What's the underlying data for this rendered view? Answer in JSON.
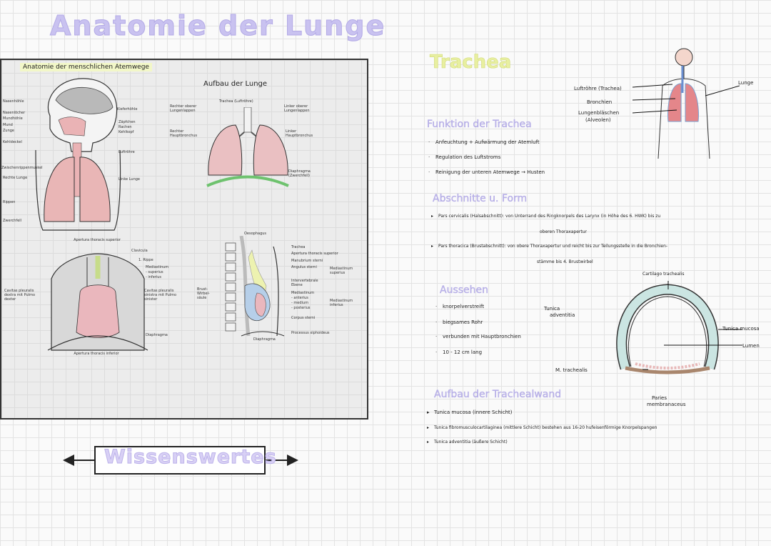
{
  "title": "Anatomie der Lunge",
  "left_panel": {
    "heading": "Anatomie der menschlichen Atemwege",
    "airway_labels_left": [
      "Nasenhöhle",
      "Nasenlöcher",
      "Mundhöhle",
      "Mund",
      "Zunge",
      "Kehldeckel",
      "Zwischenrippenmuskel",
      "Rechte Lunge",
      "Rippen",
      "Zwerchfell"
    ],
    "airway_labels_right": [
      "Kieferhöhle",
      "Zäpfchen",
      "Rachen",
      "Kehlkopf",
      "Luftröhre",
      "Linke Lunge"
    ],
    "lung_structure": {
      "title": "Aufbau der Lunge",
      "trachea": "Trachea (Luftröhre)",
      "right_upper": "Rechter oberer Lungenlappen",
      "left_upper": "Linker oberer Lungenlappen",
      "right_bronchus": "Rechter Hauptbronchus",
      "left_bronchus": "Linker Hauptbronchus",
      "diaphragm": "Diaphragma (Zwerchfell)"
    },
    "thorax": {
      "apertura_sup": "Apertura thoracis superior",
      "clavicula": "Clavicula",
      "rib": "1. Rippe",
      "mediastinum": "Mediastinum",
      "superius": "- superius",
      "inferius": "- inferius",
      "cavitas_left": "Cavitas pleuralis dextra mit Pulmo dexter",
      "cavitas_right": "Cavitas pleuralis sinistra mit Pulmo sinister",
      "brust": "Brust-",
      "wirbel": "Wirbel-",
      "saeule": "säule",
      "diaphragma": "Diaphragma",
      "apertura_inf": "Apertura thoracis inferior"
    },
    "sagittal": {
      "oesophagus": "Oesophagus",
      "trachea": "Trachea",
      "apertura": "Apertura thoracis superior",
      "manubrium": "Manubrium sterni",
      "angulus": "Angulus sterni",
      "mediastinum_sup": "Mediastinum superius",
      "vertebra": "Intervertebrale Ebene",
      "med_label": "Mediastinum",
      "anterius": "- anterius",
      "medium": "- medium",
      "posterius": "- posterius",
      "med_inf": "Mediastinum inferius",
      "corpus": "Corpus sterni",
      "xiphoideus": "Processus xiphoideus",
      "diaphragma": "Diaphragma"
    }
  },
  "wissenswertes": "Wissenswertes",
  "trachea_section": {
    "heading": "Trachea",
    "figure_labels": {
      "luftroehre": "Luftröhre (Trachea)",
      "bronchien": "Bronchien",
      "alveolen_1": "Lungenbläschen",
      "alveolen_2": "(Alveolen)",
      "lunge": "Lunge"
    },
    "funktion": {
      "heading": "Funktion der Trachea",
      "items": [
        "Anfeuchtung + Aufwärmung der Atemluft",
        "Regulation des Luftstroms",
        "Reinigung der unteren Atemwege → Husten"
      ]
    },
    "abschnitte": {
      "heading": "Abschnitte u. Form",
      "line1": "Pars cervicalis (Halsabschnitt): von Unterrand des Ringknorpels des Larynx (in Höhe des 6. HWK) bis zu",
      "line1b": "oberen Thoraxapertur",
      "line2": "Pars thoracica (Brustabschnitt): von obere Thoraxapertur und reicht bis zur Teilungsstelle in die Bronchien-",
      "line2b": "stämme bis 4. Brustwirbel"
    },
    "aussehen": {
      "heading": "Aussehen",
      "items": [
        "knorpelverstreift",
        "biegsames Rohr",
        "verbunden mit Hauptbronchien",
        "10 - 12 cm lang"
      ]
    },
    "crosssection": {
      "cartilago": "Cartilago trachealis",
      "tunica_adventitia_1": "Tunica",
      "tunica_adventitia_2": "adventitia",
      "tunica_mucosa": "Tunica mucosa",
      "lumen": "Lumen",
      "m_trachealis": "M. trachealis",
      "paries_1": "Paries",
      "paries_2": "membranaceus"
    },
    "aufbau": {
      "heading": "Aufbau der Trachealwand",
      "items": [
        "Tunica mucosa (innere Schicht)",
        "Tunica fibromusculocartilaginea (mittlere Schicht) bestehen aus 16-20 hufeisenförmige Knorpelspangen",
        "Tunica adventitia (äußere Schicht)"
      ]
    }
  }
}
